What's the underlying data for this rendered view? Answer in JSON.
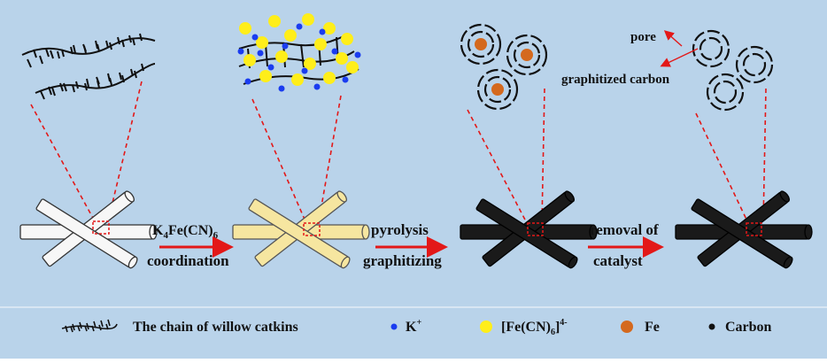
{
  "steps": {
    "step1": {
      "top": "K",
      "top_sub": "4",
      "top_mid": "Fe(CN)",
      "top_sub2": "6",
      "bottom": "coordination"
    },
    "step2": {
      "top": "pyrolysis",
      "bottom": "graphitizing"
    },
    "step3": {
      "top": "removal of",
      "bottom": "catalyst"
    }
  },
  "annotations": {
    "pore": "pore",
    "graphitized_carbon": "graphitized carbon"
  },
  "legend": {
    "chain": "The chain of willow catkins",
    "k_ion": "K",
    "k_ion_sup": "+",
    "ferrocyanide": "[Fe(CN)",
    "ferrocyanide_sub": "6",
    "ferrocyanide_close": "]",
    "ferrocyanide_sup": "4-",
    "fe": "Fe",
    "carbon": "Carbon"
  },
  "colors": {
    "background": "#b9d3ea",
    "arrow": "#e31818",
    "dashed_line": "#e31818",
    "fiber_white": "#f7f7f7",
    "fiber_yellow": "#f6e6a0",
    "fiber_black": "#1a1a1a",
    "k_ion": "#1a3cf0",
    "ferrocyanide": "#ffee1a",
    "fe": "#d4691e",
    "carbon": "#111111"
  }
}
